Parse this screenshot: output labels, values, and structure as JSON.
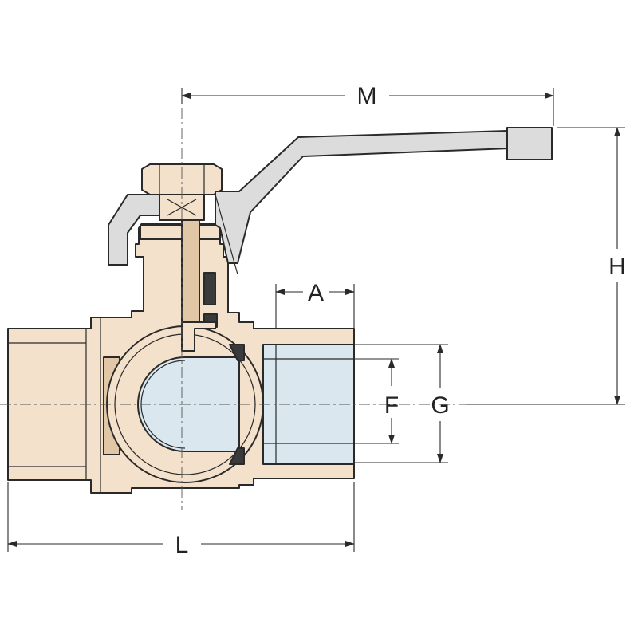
{
  "colors": {
    "brass": "#f3e1cb",
    "brass_dark": "#e2c7a6",
    "handle": "#dcdcdc",
    "bore": "#dbe7ee",
    "seal": "#3a3a3a",
    "line": "#2a2a2a"
  },
  "labels": {
    "M": "M",
    "H": "H",
    "A": "A",
    "F": "F",
    "G": "G",
    "L": "L"
  }
}
